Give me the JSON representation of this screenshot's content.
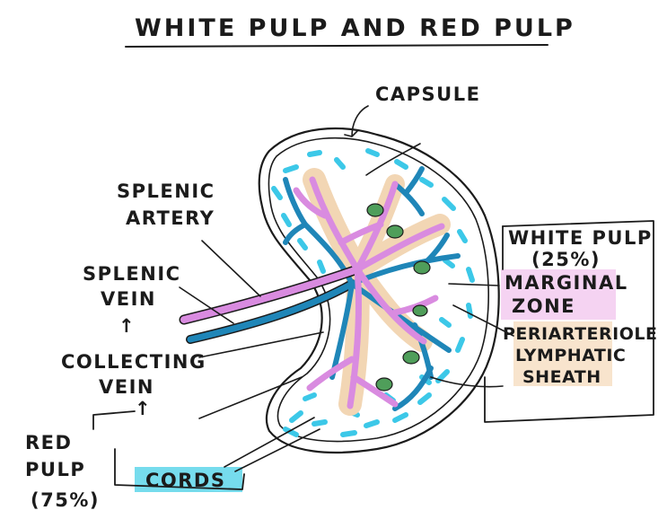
{
  "title": "WHITE PULP AND RED PULP",
  "labels": {
    "capsule": "CAPSULE",
    "splenic_artery": [
      "SPLENIC",
      "ARTERY"
    ],
    "splenic_vein": [
      "SPLENIC",
      "VEIN"
    ],
    "arrow_up_1": "↑",
    "collecting_vein": [
      "COLLECTING",
      "VEIN"
    ],
    "arrow_up_2": "↑",
    "red_pulp": [
      "RED",
      "PULP",
      "(75%)"
    ],
    "cords": "CORDS",
    "white_pulp": [
      "WHITE PULP",
      "(25%)"
    ],
    "marginal_zone": [
      "MARGINAL",
      "ZONE"
    ],
    "pals": [
      "PERIARTERIOLE",
      "LYMPHATIC",
      "SHEATH"
    ]
  },
  "colors": {
    "ink": "#1b1b1b",
    "artery": "#d98be0",
    "vein": "#1f86b8",
    "red_pulp_sinusoid": "#3cc8e8",
    "sheath": "#f2d6b4",
    "follicle": "#4f9e5a",
    "marginal_highlight": "#f2c4ee",
    "pals_highlight": "#f6ddc0",
    "cords_highlight": "#5ed6ea"
  }
}
